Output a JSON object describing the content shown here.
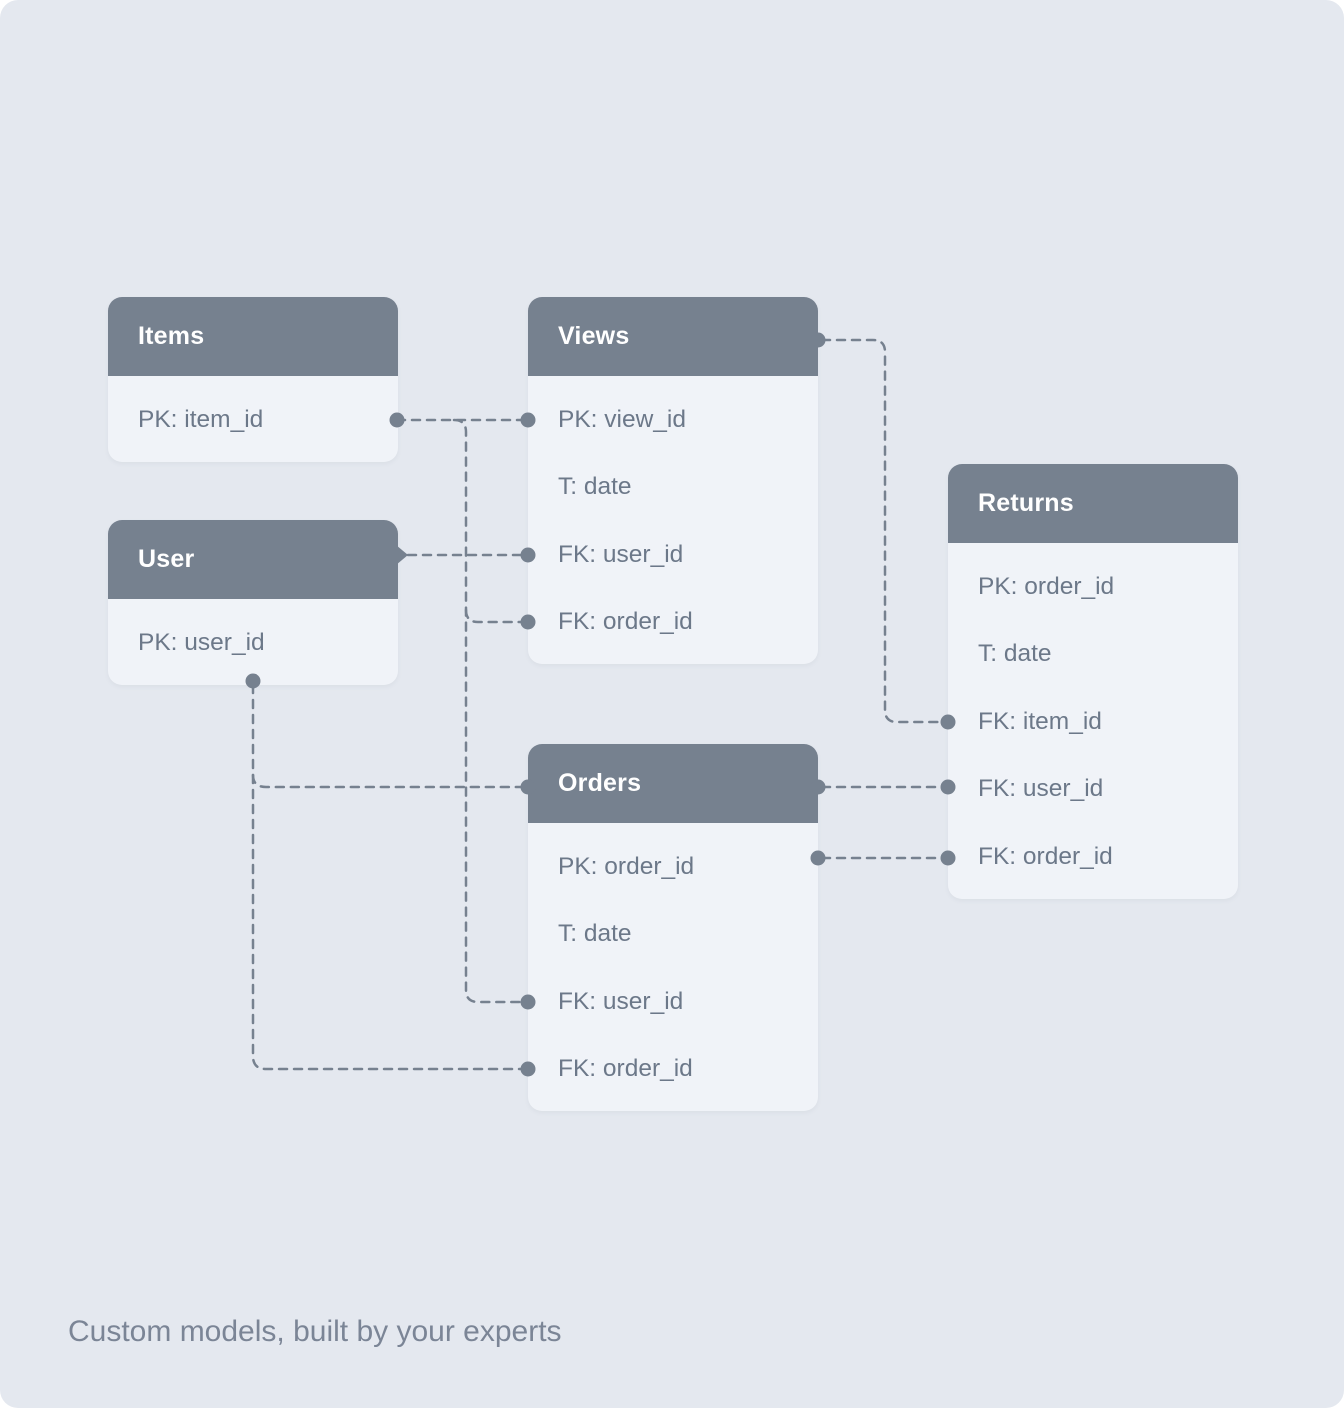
{
  "caption": "Custom models, built by your experts",
  "colors": {
    "canvas_background": "#E4E8EF",
    "table_header": "#76818F",
    "table_body": "#F0F3F8",
    "header_text": "#FFFFFF",
    "row_text": "#6C7889",
    "connector": "#76818F",
    "caption_text": "#7B8596"
  },
  "diagram": {
    "tables": [
      {
        "name": "Items",
        "rows": [
          "PK: item_id"
        ]
      },
      {
        "name": "Views",
        "rows": [
          "PK: view_id",
          "T: date",
          "FK: user_id",
          "FK: order_id"
        ]
      },
      {
        "name": "User",
        "rows": [
          "PK: user_id"
        ]
      },
      {
        "name": "Orders",
        "rows": [
          "PK: order_id",
          "T: date",
          "FK: user_id",
          "FK: order_id"
        ]
      },
      {
        "name": "Returns",
        "rows": [
          "PK: order_id",
          "T: date",
          "FK: item_id",
          "FK: user_id",
          "FK: order_id"
        ]
      }
    ],
    "connections": [
      {
        "from": "Items.item_id",
        "to": "Views.view_id"
      },
      {
        "from": "Items.item_id",
        "to": "Views.order_id"
      },
      {
        "from": "Items.item_id",
        "to": "Orders.user_id"
      },
      {
        "from": "User",
        "to": "Views.user_id"
      },
      {
        "from": "User.user_id",
        "to": "Orders (header)"
      },
      {
        "from": "User.user_id",
        "to": "Orders.order_id"
      },
      {
        "from": "Views (header)",
        "to": "Returns.item_id"
      },
      {
        "from": "Orders (header)",
        "to": "Returns.user_id"
      },
      {
        "from": "Orders.order_id",
        "to": "Returns.order_id"
      }
    ]
  }
}
